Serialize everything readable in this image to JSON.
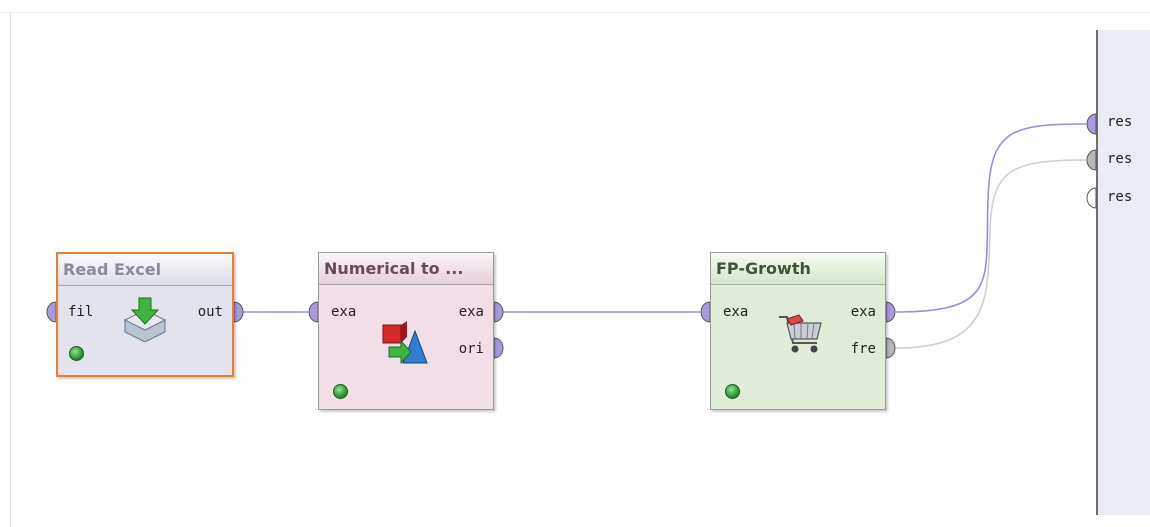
{
  "operators": {
    "read_excel": {
      "title": "Read Excel",
      "ports_in": [
        "fil"
      ],
      "ports_out": [
        "out"
      ],
      "icon": "excel-import-icon",
      "status_color": "#2e9b34",
      "selected": true
    },
    "numerical_to": {
      "title": "Numerical to ...",
      "ports_in": [
        "exa"
      ],
      "ports_out": [
        "exa",
        "ori"
      ],
      "icon": "type-conversion-icon",
      "status_color": "#2e9b34"
    },
    "fp_growth": {
      "title": "FP-Growth",
      "ports_in": [
        "exa"
      ],
      "ports_out": [
        "exa",
        "fre"
      ],
      "icon": "shopping-cart-icon",
      "status_color": "#2e9b34"
    }
  },
  "results": {
    "ports": [
      "res",
      "res",
      "res"
    ]
  },
  "colors": {
    "selection": "#f07a32",
    "connection_example": "#9c8be0",
    "connection_itemsets": "#cfcfcf",
    "port_example": "#a99ae0",
    "port_gray": "#b7b7b7"
  }
}
